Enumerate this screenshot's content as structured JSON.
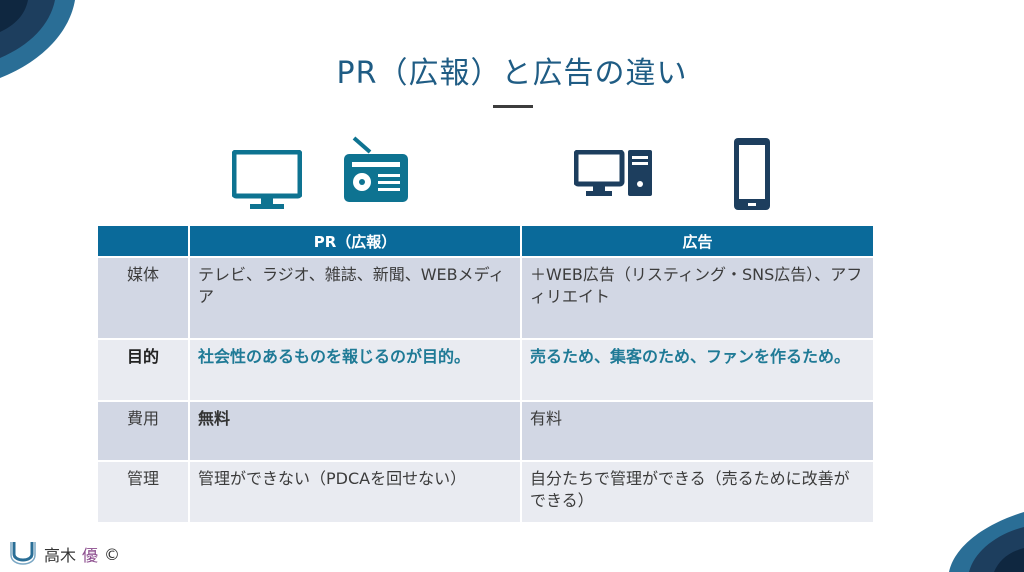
{
  "title": "PR（広報）と広告の違い",
  "colors": {
    "accent": "#1f7a96",
    "header_bg": "#0a6a9a",
    "row_dark": "#d2d7e4",
    "row_light": "#e9ebf1",
    "title": "#1f5c84"
  },
  "icons": [
    "monitor-icon",
    "radio-icon",
    "desktop-pc-icon",
    "smartphone-icon"
  ],
  "table": {
    "headers": [
      "",
      "PR（広報）",
      "広告"
    ],
    "rows": [
      {
        "label": "媒体",
        "pr": "テレビ、ラジオ、雑誌、新聞、WEBメディア",
        "ad": "＋WEB広告（リスティング・SNS広告）、アフィリエイト"
      },
      {
        "label": "目的",
        "pr": "社会性のあるものを報じるのが目的。",
        "ad": "売るため、集客のため、ファンを作るため。"
      },
      {
        "label": "費用",
        "pr": "無料",
        "ad": "有料"
      },
      {
        "label": "管理",
        "pr": "管理ができない（PDCAを回せない）",
        "ad": "自分たちで管理ができる（売るために改善ができる）"
      }
    ]
  },
  "footer": {
    "name_part1": "高木",
    "name_part2": "優",
    "copyright": "©"
  }
}
